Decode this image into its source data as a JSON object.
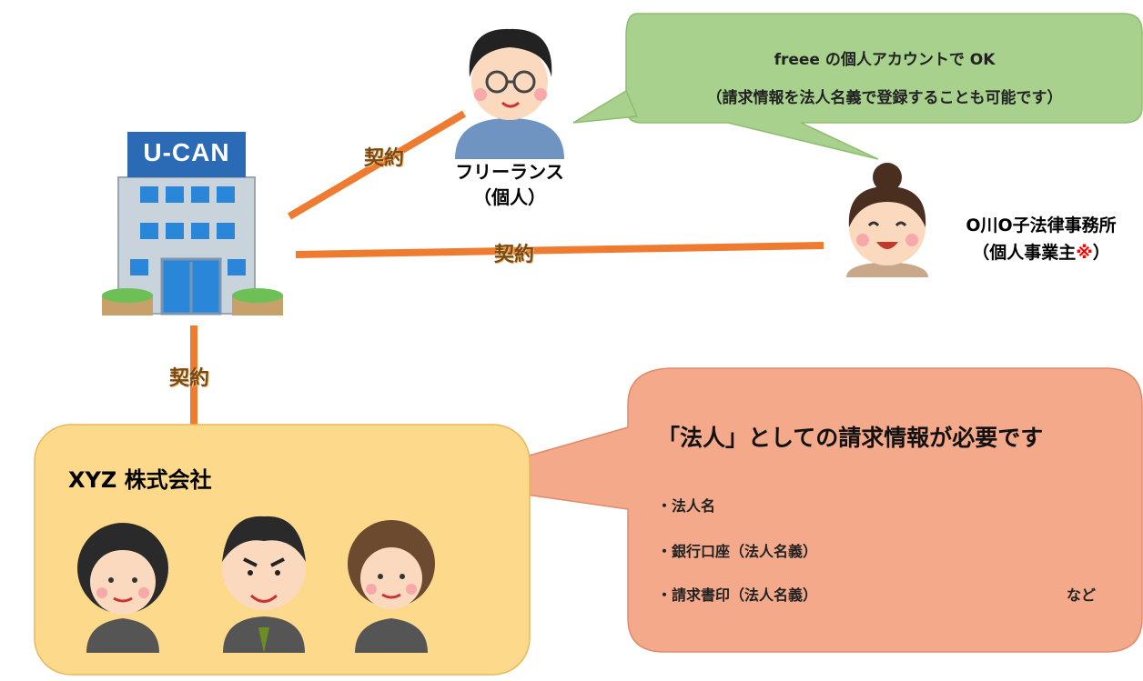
{
  "freelancer": {
    "name": "フリーランス",
    "sub": "（個人）"
  },
  "law_office": {
    "name": "O川O子法律事務所",
    "sub_open": "（個人事業主",
    "mark": "※",
    "sub_close": "）"
  },
  "company": {
    "name": "XYZ 株式会社"
  },
  "building_sign": "U-CAN",
  "contract_label": "契約",
  "green_bubble": {
    "line1": "freee の個人アカウントで OK",
    "line2": "（請求情報を法人名義で登録することも可能です）"
  },
  "salmon_bubble": {
    "heading": "「法人」としての請求情報が必要です",
    "items": [
      "・法人名",
      "・銀行口座（法人名義）",
      "・請求書印（法人名義）"
    ],
    "suffix": "など"
  },
  "colors": {
    "line": "#ee7b2f",
    "green_bubble": "#a9d18e",
    "salmon_bubble": "#f3a98a",
    "company_box": "#fdd98b",
    "mark": "#ff0000"
  }
}
